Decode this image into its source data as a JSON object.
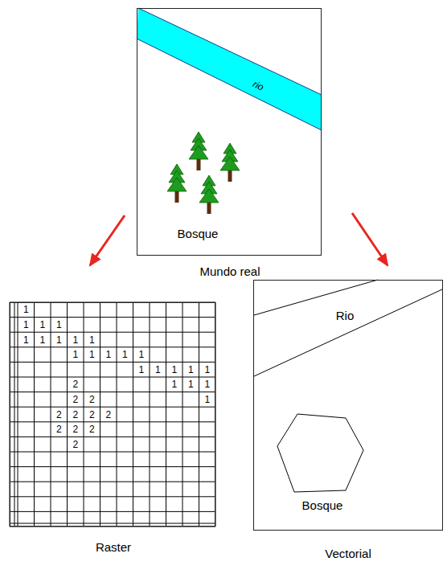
{
  "diagram": {
    "nodes": [
      {
        "text": [
          "rio",
          "Bosque",
          "Mundo real"
        ]
      },
      {
        "text": [
          "Raster"
        ]
      },
      {
        "text": [
          "Rio",
          "Bosque",
          "Vectorial"
        ]
      }
    ],
    "labels": [
      "1",
      "1",
      "1",
      "1",
      "1",
      "1",
      "1",
      "1",
      "1",
      "1",
      "1",
      "1",
      "1",
      "1",
      "1",
      "1",
      "1",
      "1",
      "1",
      "2",
      "1",
      "1",
      "1",
      "2",
      "2",
      "1",
      "2",
      "2",
      "2",
      "2",
      "2",
      "2",
      "2",
      "2"
    ]
  }
}
